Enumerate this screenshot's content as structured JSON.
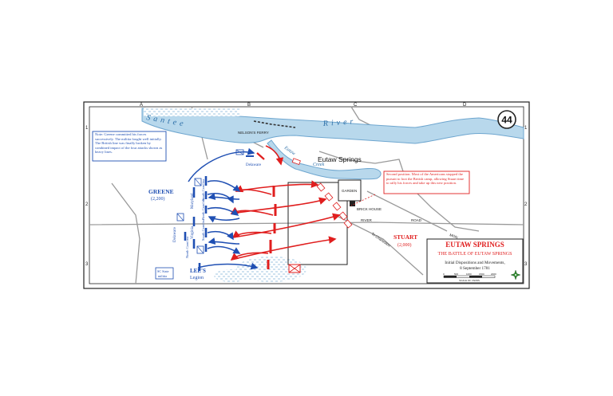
{
  "map": {
    "number": "44",
    "grid_cols": [
      "A",
      "B",
      "C",
      "D"
    ],
    "grid_rows": [
      "1",
      "2",
      "3"
    ],
    "place_labels": {
      "river_santee_1": "Santee",
      "river_santee_2": "River",
      "nelsons_ferry": "NELSON'S FERRY",
      "eutaw_springs": "Eutaw Springs",
      "eutaw_creek_1": "Eutaw",
      "eutaw_creek_2": "Creek",
      "garden": "GARDEN",
      "brick_house": "BRICK HOUSE",
      "river_word": "RIVER",
      "road_word": "ROAD",
      "to_charleston": "To Charleston",
      "monck": "MON"
    },
    "american_units": {
      "greene": "GREENE",
      "greene_strength": "(2,200)",
      "delaware_top": "Delaware",
      "maryland": "Maryland",
      "virginia": "Virginia",
      "north_carolina": "North Carolina",
      "delaware_left": "Delaware",
      "south_carolina": "South Carolina",
      "sc_militia_1": "SC State",
      "sc_militia_2": "militia",
      "lees": "LEE'S",
      "legion": "Legion"
    },
    "british": {
      "stuart": "STUART",
      "stuart_strength": "(2,000)"
    },
    "notes": {
      "blue_note": "Note: Greene committed his forces successively. The militia fought well initially. The British line was finally broken by combined impact of the four attacks shown as heavy lines.",
      "red_note": "Second position. Most of the Americans stopped the pursuit to loot the British camp, allowing Stuart time to rally his forces and take up this new position."
    },
    "legend": {
      "title": "EUTAW SPRINGS",
      "subtitle": "THE BATTLE OF EUTAW SPRINGS",
      "line3": "Initial Dispositions and Movements,",
      "line4": "8 September 1781",
      "scale_label": "SCALE OF YARDS",
      "scale_ticks": [
        "0",
        "500",
        "1000",
        "1500",
        "2000"
      ]
    },
    "colors": {
      "american": "#1f4fb3",
      "british": "#e01e1e",
      "water": "#b8d8ec",
      "water_outline": "#6ea6cf",
      "frame": "#222222"
    }
  }
}
